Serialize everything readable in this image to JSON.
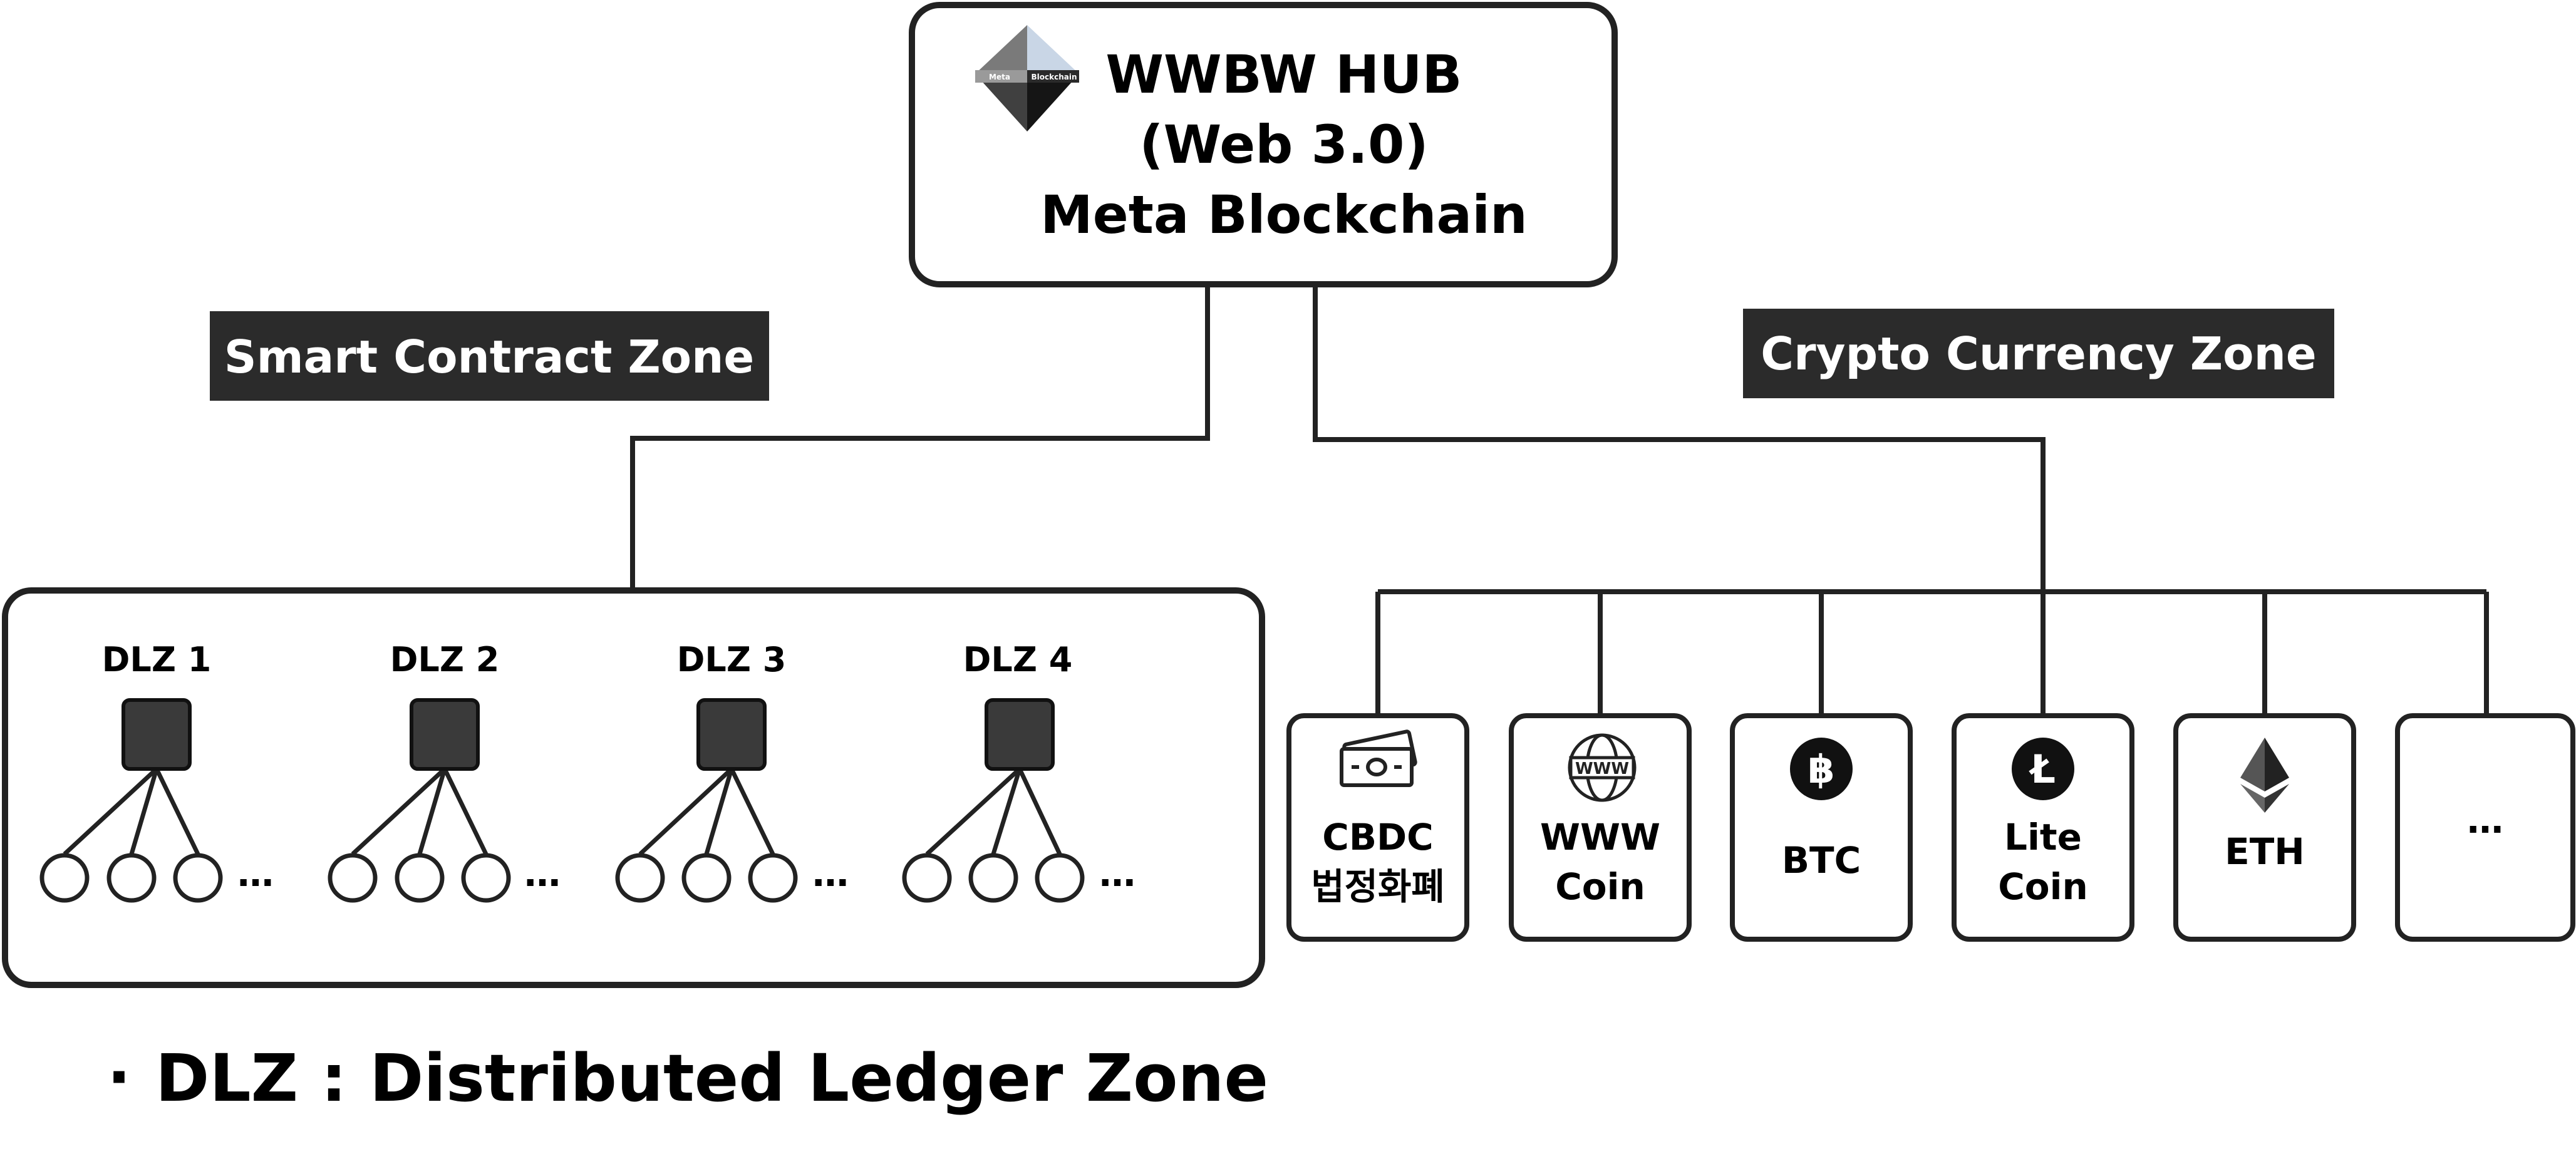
{
  "hub": {
    "logo_top_left": "Meta",
    "logo_top_right": "Blockchain",
    "line1": "WWBW HUB",
    "line2": "(Web 3.0)",
    "line3": "Meta Blockchain"
  },
  "zones": {
    "smart_contract": "Smart Contract Zone",
    "crypto_currency": "Crypto Currency Zone"
  },
  "dlz_nodes": [
    {
      "label": "DLZ 1",
      "more": "…"
    },
    {
      "label": "DLZ 2",
      "more": "…"
    },
    {
      "label": "DLZ 3",
      "more": "…"
    },
    {
      "label": "DLZ 4",
      "more": "…"
    }
  ],
  "currencies": [
    {
      "line1": "CBDC",
      "line2": "법정화폐",
      "icon": "banknote-icon"
    },
    {
      "line1": "WWW",
      "line2": "Coin",
      "icon": "globe-www-icon",
      "icon_text": "WWW"
    },
    {
      "line1": "BTC",
      "line2": "",
      "icon": "bitcoin-icon",
      "icon_text": "฿"
    },
    {
      "line1": "Lite",
      "line2": "Coin",
      "icon": "litecoin-icon",
      "icon_text": "Ł"
    },
    {
      "line1": "ETH",
      "line2": "",
      "icon": "ethereum-icon"
    },
    {
      "line1": "…",
      "line2": "",
      "icon": ""
    }
  ],
  "legend": {
    "bullet": "·",
    "text": "DLZ : Distributed Ledger Zone"
  },
  "colors": {
    "stroke": "#222222",
    "node_fill": "#3a3a3a",
    "label_bg": "#2b2b2b",
    "label_text": "#ffffff"
  }
}
